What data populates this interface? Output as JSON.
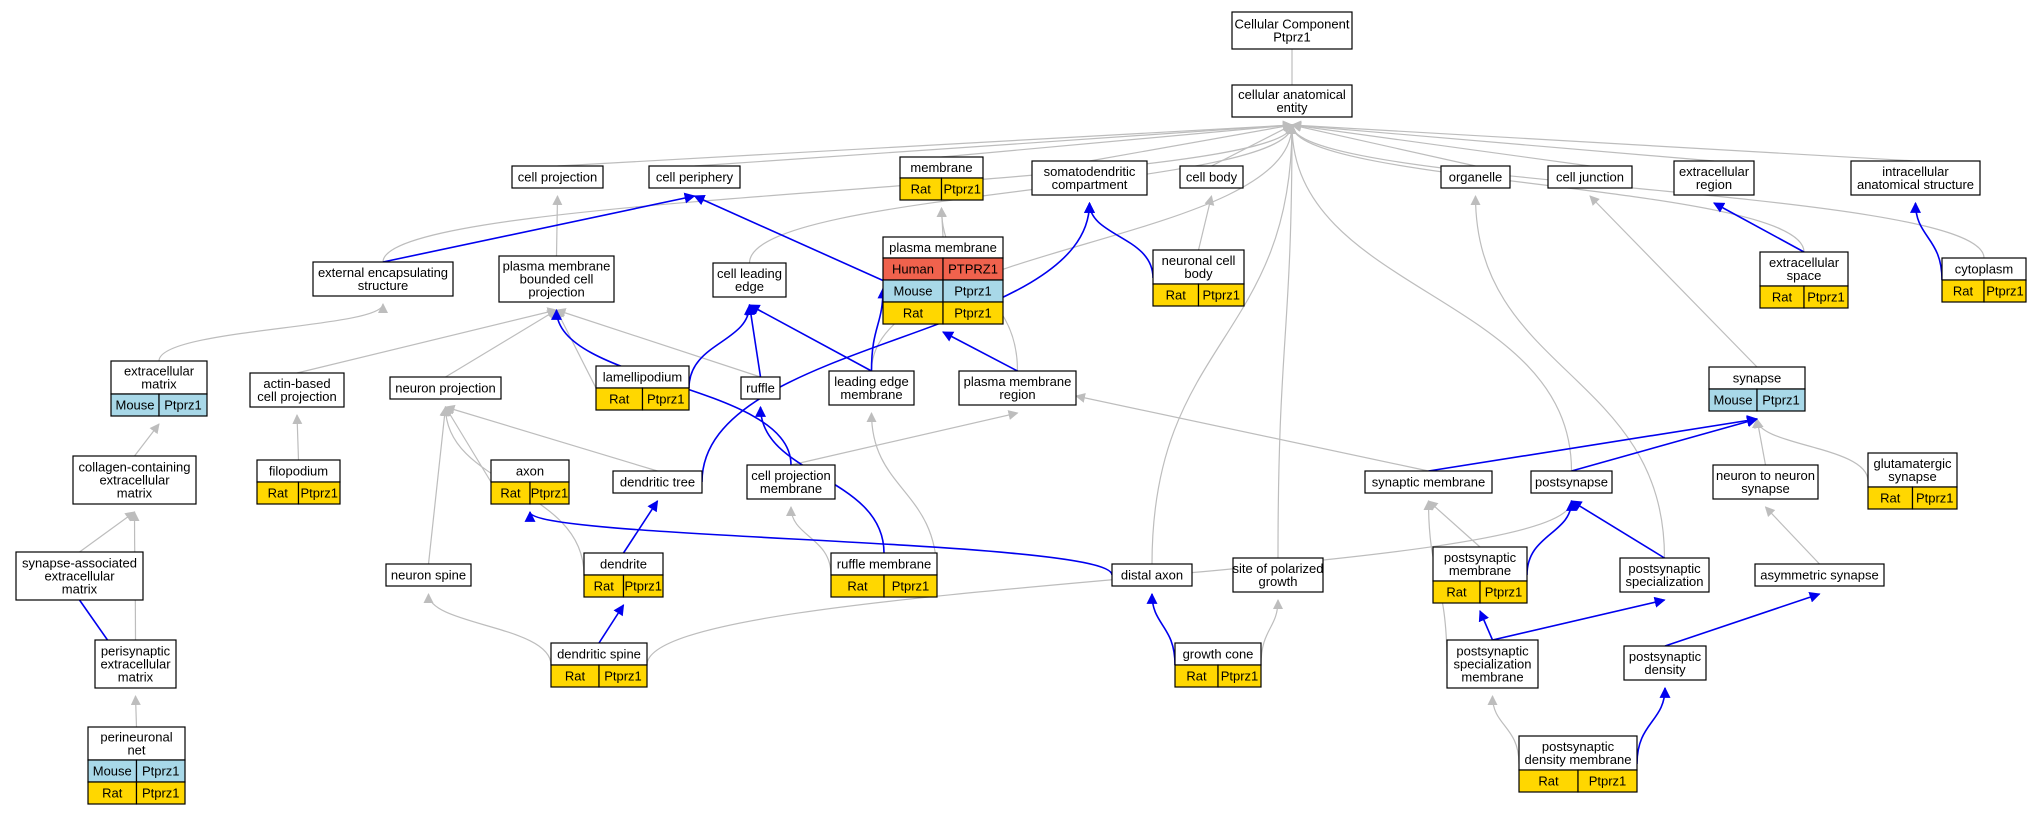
{
  "colors": {
    "human": "#f0624d",
    "mouse": "#a8d8e8",
    "rat": "#ffd700",
    "edge_is_a": "#bdbdbd",
    "edge_part_of": "#0000ee"
  },
  "nodes": [
    {
      "id": "root",
      "lines": [
        "Cellular Component",
        "Ptprz1"
      ],
      "tags": []
    },
    {
      "id": "cae",
      "lines": [
        "cellular anatomical",
        "entity"
      ],
      "tags": []
    },
    {
      "id": "cellproj",
      "lines": [
        "cell projection"
      ],
      "tags": []
    },
    {
      "id": "cellper",
      "lines": [
        "cell periphery"
      ],
      "tags": []
    },
    {
      "id": "membrane",
      "lines": [
        "membrane"
      ],
      "tags": [
        [
          "Rat",
          "Ptprz1"
        ]
      ]
    },
    {
      "id": "somato",
      "lines": [
        "somatodendritic",
        "compartment"
      ],
      "tags": []
    },
    {
      "id": "cellbody",
      "lines": [
        "cell body"
      ],
      "tags": []
    },
    {
      "id": "organelle",
      "lines": [
        "organelle"
      ],
      "tags": []
    },
    {
      "id": "celljunc",
      "lines": [
        "cell junction"
      ],
      "tags": []
    },
    {
      "id": "extraregion",
      "lines": [
        "extracellular",
        "region"
      ],
      "tags": []
    },
    {
      "id": "intracell",
      "lines": [
        "intracellular",
        "anatomical structure"
      ],
      "tags": []
    },
    {
      "id": "extencap",
      "lines": [
        "external encapsulating",
        "structure"
      ],
      "tags": []
    },
    {
      "id": "pmbcp",
      "lines": [
        "plasma membrane",
        "bounded cell",
        "projection"
      ],
      "tags": []
    },
    {
      "id": "leadedge",
      "lines": [
        "cell leading",
        "edge"
      ],
      "tags": []
    },
    {
      "id": "pm",
      "lines": [
        "plasma membrane"
      ],
      "tags": [
        [
          "Human",
          "PTPRZ1"
        ],
        [
          "Mouse",
          "Ptprz1"
        ],
        [
          "Rat",
          "Ptprz1"
        ]
      ]
    },
    {
      "id": "neuronalbody",
      "lines": [
        "neuronal cell",
        "body"
      ],
      "tags": [
        [
          "Rat",
          "Ptprz1"
        ]
      ]
    },
    {
      "id": "extraspace",
      "lines": [
        "extracellular",
        "space"
      ],
      "tags": [
        [
          "Rat",
          "Ptprz1"
        ]
      ]
    },
    {
      "id": "cytoplasm",
      "lines": [
        "cytoplasm"
      ],
      "tags": [
        [
          "Rat",
          "Ptprz1"
        ]
      ]
    },
    {
      "id": "ecm",
      "lines": [
        "extracellular",
        "matrix"
      ],
      "tags": [
        [
          "Mouse",
          "Ptprz1"
        ]
      ]
    },
    {
      "id": "actin",
      "lines": [
        "actin-based",
        "cell projection"
      ],
      "tags": []
    },
    {
      "id": "neuronproj",
      "lines": [
        "neuron projection"
      ],
      "tags": []
    },
    {
      "id": "lamelli",
      "lines": [
        "lamellipodium"
      ],
      "tags": [
        [
          "Rat",
          "Ptprz1"
        ]
      ]
    },
    {
      "id": "ruffle",
      "lines": [
        "ruffle"
      ],
      "tags": []
    },
    {
      "id": "lemembrane",
      "lines": [
        "leading edge",
        "membrane"
      ],
      "tags": []
    },
    {
      "id": "pmregion",
      "lines": [
        "plasma membrane",
        "region"
      ],
      "tags": []
    },
    {
      "id": "synapse",
      "lines": [
        "synapse"
      ],
      "tags": [
        [
          "Mouse",
          "Ptprz1"
        ]
      ]
    },
    {
      "id": "collagen",
      "lines": [
        "collagen-containing",
        "extracellular",
        "matrix"
      ],
      "tags": []
    },
    {
      "id": "filopodium",
      "lines": [
        "filopodium"
      ],
      "tags": [
        [
          "Rat",
          "Ptprz1"
        ]
      ]
    },
    {
      "id": "axon",
      "lines": [
        "axon"
      ],
      "tags": [
        [
          "Rat",
          "Ptprz1"
        ]
      ]
    },
    {
      "id": "dendtree",
      "lines": [
        "dendritic tree"
      ],
      "tags": []
    },
    {
      "id": "cpmembrane",
      "lines": [
        "cell projection",
        "membrane"
      ],
      "tags": []
    },
    {
      "id": "synmem",
      "lines": [
        "synaptic membrane"
      ],
      "tags": []
    },
    {
      "id": "postsyn",
      "lines": [
        "postsynapse"
      ],
      "tags": []
    },
    {
      "id": "n2n",
      "lines": [
        "neuron to neuron",
        "synapse"
      ],
      "tags": []
    },
    {
      "id": "glut",
      "lines": [
        "glutamatergic",
        "synapse"
      ],
      "tags": [
        [
          "Rat",
          "Ptprz1"
        ]
      ]
    },
    {
      "id": "saecm",
      "lines": [
        "synapse-associated",
        "extracellular",
        "matrix"
      ],
      "tags": []
    },
    {
      "id": "neuronspine",
      "lines": [
        "neuron spine"
      ],
      "tags": []
    },
    {
      "id": "dendrite",
      "lines": [
        "dendrite"
      ],
      "tags": [
        [
          "Rat",
          "Ptprz1"
        ]
      ]
    },
    {
      "id": "rufflemem",
      "lines": [
        "ruffle membrane"
      ],
      "tags": [
        [
          "Rat",
          "Ptprz1"
        ]
      ]
    },
    {
      "id": "distalaxon",
      "lines": [
        "distal axon"
      ],
      "tags": []
    },
    {
      "id": "sitepol",
      "lines": [
        "site of polarized",
        "growth"
      ],
      "tags": []
    },
    {
      "id": "psmembrane",
      "lines": [
        "postsynaptic",
        "membrane"
      ],
      "tags": [
        [
          "Rat",
          "Ptprz1"
        ]
      ]
    },
    {
      "id": "psspec",
      "lines": [
        "postsynaptic",
        "specialization"
      ],
      "tags": []
    },
    {
      "id": "asym",
      "lines": [
        "asymmetric synapse"
      ],
      "tags": []
    },
    {
      "id": "perisyn",
      "lines": [
        "perisynaptic",
        "extracellular",
        "matrix"
      ],
      "tags": []
    },
    {
      "id": "dendspine",
      "lines": [
        "dendritic spine"
      ],
      "tags": [
        [
          "Rat",
          "Ptprz1"
        ]
      ]
    },
    {
      "id": "growthcone",
      "lines": [
        "growth cone"
      ],
      "tags": [
        [
          "Rat",
          "Ptprz1"
        ]
      ]
    },
    {
      "id": "psspecmem",
      "lines": [
        "postsynaptic",
        "specialization",
        "membrane"
      ],
      "tags": []
    },
    {
      "id": "psdensity",
      "lines": [
        "postsynaptic",
        "density"
      ],
      "tags": []
    },
    {
      "id": "perineuronal",
      "lines": [
        "perineuronal",
        "net"
      ],
      "tags": [
        [
          "Mouse",
          "Ptprz1"
        ],
        [
          "Rat",
          "Ptprz1"
        ]
      ]
    },
    {
      "id": "psdmem",
      "lines": [
        "postsynaptic",
        "density membrane"
      ],
      "tags": [
        [
          "Rat",
          "Ptprz1"
        ]
      ]
    }
  ]
}
